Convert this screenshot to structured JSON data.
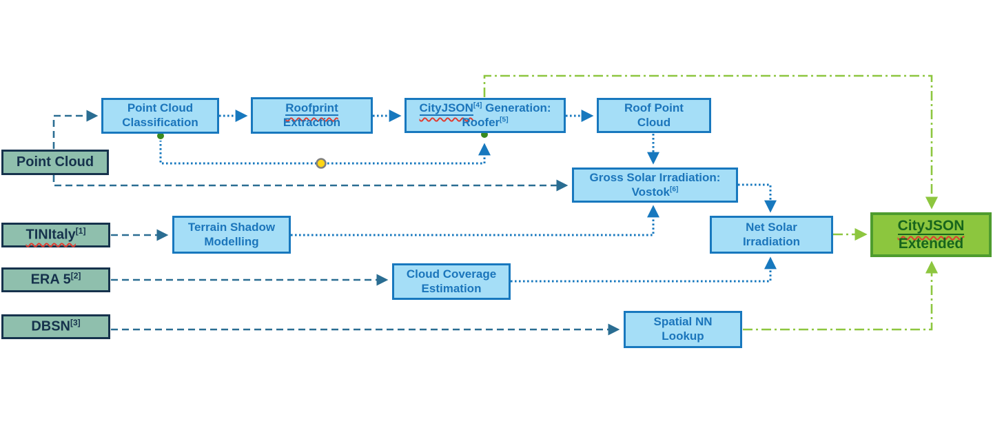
{
  "diagram": {
    "title": "Solar irradiation CityJSON processing pipeline",
    "colors": {
      "process_fill": "#A5DEF7",
      "process_border": "#1878BE",
      "process_text": "#1B75BB",
      "input_fill": "#8FBFAD",
      "input_border": "#16324C",
      "input_text": "#16324C",
      "output_fill": "#8CC63E",
      "output_border": "#4E9C2E",
      "output_text": "#17651C",
      "dashed_line": "#2A6D92",
      "dotted_line": "#1778BE",
      "dashdot_line": "#8DC63F",
      "junction_dot_green": "#3A8A1E",
      "junction_dot_yellow": "#FFD616",
      "squiggle_red": "#E03C31"
    },
    "nodes": {
      "point_cloud": {
        "label": "Point Cloud"
      },
      "tinitaly": {
        "label": "TINItaly",
        "sup": "[1]"
      },
      "era5": {
        "label": "ERA 5",
        "sup": "[2]"
      },
      "dbsn": {
        "label": "DBSN",
        "sup": "[3]"
      },
      "pcc": {
        "label": "Point Cloud Classification"
      },
      "roofprint": {
        "word1": "Roofprint",
        "word2": "Extraction"
      },
      "cityjson_gen": {
        "word1": "CityJSON",
        "sup1": "[4]",
        "rest1": " Generation:",
        "word2": "Roofer",
        "sup2": "[5]"
      },
      "roof_point_cloud": {
        "label": "Roof Point Cloud"
      },
      "gross_solar": {
        "label": "Gross Solar Irradiation: Vostok",
        "sup": "[6]"
      },
      "net_solar": {
        "label": "Net Solar Irradiation"
      },
      "terrain_shadow": {
        "label": "Terrain Shadow Modelling"
      },
      "cloud_coverage": {
        "label": "Cloud Coverage Estimation"
      },
      "spatial_nn": {
        "label": "Spatial NN Lookup"
      },
      "cityjson_ext": {
        "word1": "CityJSON",
        "word2": "Extended"
      }
    },
    "edges": [
      {
        "from": "point_cloud",
        "to": "pcc",
        "style": "dashed"
      },
      {
        "from": "point_cloud",
        "to": "gross_solar",
        "style": "dashed"
      },
      {
        "from": "tinitaly",
        "to": "terrain_shadow",
        "style": "dashed"
      },
      {
        "from": "era5",
        "to": "cloud_coverage",
        "style": "dashed"
      },
      {
        "from": "dbsn",
        "to": "spatial_nn",
        "style": "dashed"
      },
      {
        "from": "pcc",
        "to": "roofprint",
        "style": "dotted"
      },
      {
        "from": "roofprint",
        "to": "cityjson_gen",
        "style": "dotted"
      },
      {
        "from": "cityjson_gen",
        "to": "roof_point_cloud",
        "style": "dotted"
      },
      {
        "from": "pcc",
        "to": "cityjson_gen",
        "style": "dotted-junction"
      },
      {
        "from": "roof_point_cloud",
        "to": "gross_solar",
        "style": "dotted"
      },
      {
        "from": "gross_solar",
        "to": "net_solar",
        "style": "dotted"
      },
      {
        "from": "terrain_shadow",
        "to": "gross_solar",
        "style": "dotted"
      },
      {
        "from": "cloud_coverage",
        "to": "net_solar",
        "style": "dotted"
      },
      {
        "from": "cityjson_gen",
        "to": "cityjson_ext",
        "style": "dashdot"
      },
      {
        "from": "net_solar",
        "to": "cityjson_ext",
        "style": "dashdot"
      },
      {
        "from": "spatial_nn",
        "to": "cityjson_ext",
        "style": "dashdot"
      }
    ]
  }
}
